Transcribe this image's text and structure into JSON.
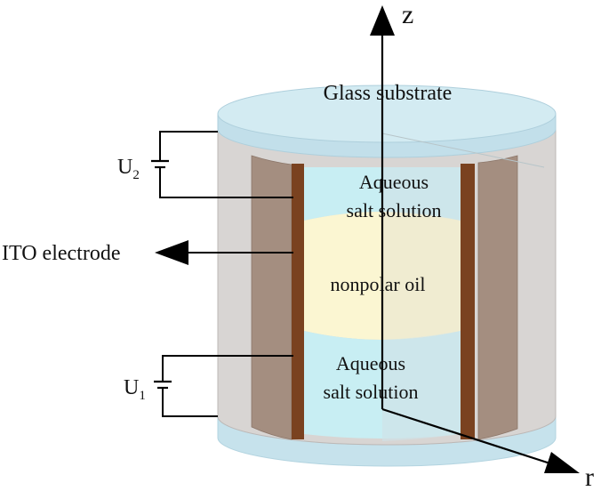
{
  "labels": {
    "glass_substrate": "Glass substrate",
    "aqueous_top_1": "Aqueous",
    "aqueous_top_2": "salt solution",
    "nonpolar_oil": "nonpolar oil",
    "aqueous_bottom_1": "Aqueous",
    "aqueous_bottom_2": "salt solution",
    "ito_electrode": "ITO electrode",
    "u2_main": "U",
    "u2_sub": "2",
    "u1_main": "U",
    "u1_sub": "1",
    "axis_z": "z",
    "axis_r": "r"
  },
  "colors": {
    "glass": "#cfe7ef",
    "glass_edge": "#b9d9e4",
    "outer_wall": "#d9d6d5",
    "outer_wall_dark": "#cbc7c5",
    "dielectric": "#a58f82",
    "electrode": "#7a4220",
    "aqueous": "#c9eff4",
    "oil": "#fbf7d3",
    "ink": "#000000"
  }
}
